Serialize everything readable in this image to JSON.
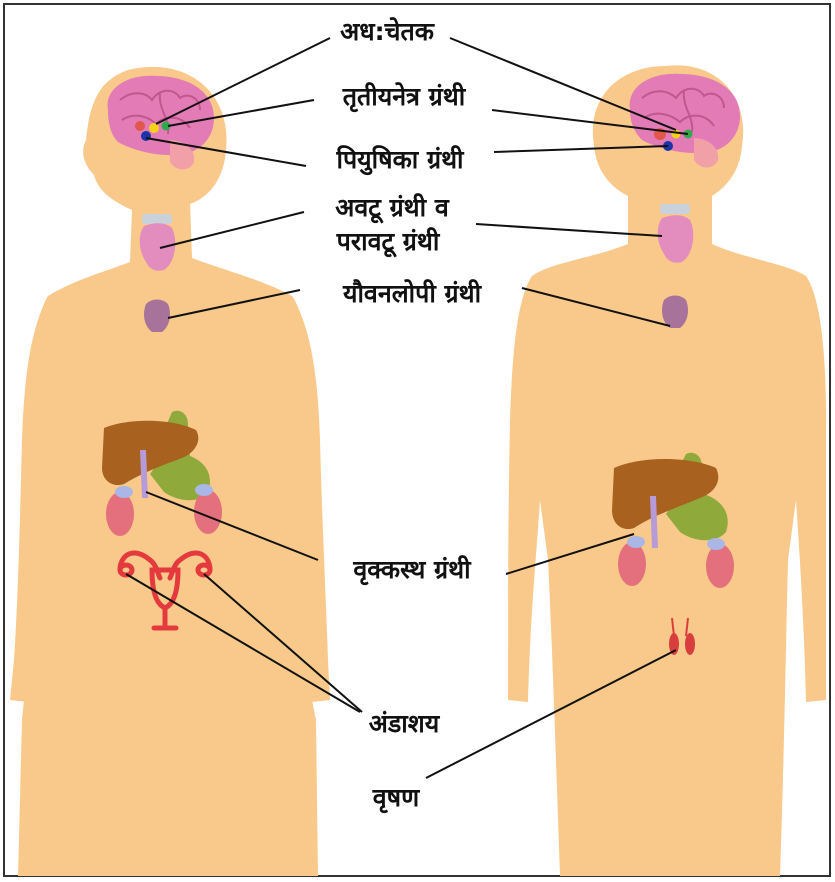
{
  "colors": {
    "skin": "#F8C98A",
    "brain": "#E27BB6",
    "brain_fold": "#C2568F",
    "thyroid": "#E38DBE",
    "thymus": "#A8739A",
    "liver": "#A8611F",
    "stomach": "#8FAA3A",
    "kidney": "#E4707E",
    "ovary_uterus": "#E53A3D",
    "testis": "#D93E3E",
    "pineal_dot": "#2FAA4A",
    "pituitary_dot": "#1B35A8",
    "hypothalamus_dot": "#F4D21A",
    "border": "#333333",
    "leader_line": "#111111"
  },
  "labels": {
    "hypothalamus": "अध:चेतक",
    "pineal": "तृतीयनेत्र ग्रंथी",
    "pituitary": "पियुषिका ग्रंथी",
    "thyroid_line1": "अवटू ग्रंथी व",
    "thyroid_line2": "परावटू ग्रंथी",
    "thymus": "यौवनलोपी ग्रंथी",
    "adrenal": "वृक्कस्थ ग्रंथी",
    "ovary": "अंडाशय",
    "testis": "वृषण"
  }
}
